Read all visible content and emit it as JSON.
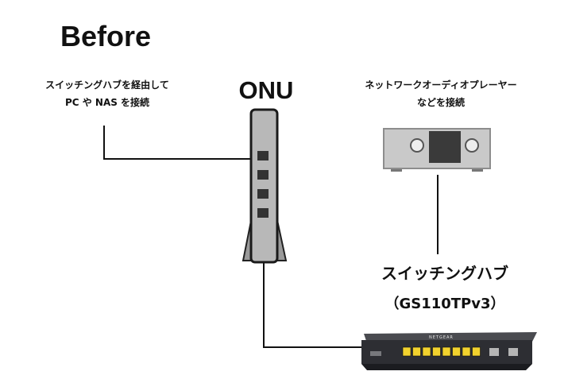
{
  "title": "Before",
  "left_note": {
    "line1": "スイッチングハブを経由して",
    "line2": "PC や NAS を接続"
  },
  "right_note": {
    "line1": "ネットワークオーディオプレーヤー",
    "line2": "などを接続"
  },
  "onu_label": "ONU",
  "switch_label": "スイッチングハブ",
  "switch_model": "（GS110TPv3）",
  "switch_brand": "NETGEAR",
  "colors": {
    "line": "#111111",
    "onu_body": "#b8b8b8",
    "player_body": "#c9c9c9",
    "switch_body": "#2d2e33",
    "poe_port": "#f2d22e"
  }
}
